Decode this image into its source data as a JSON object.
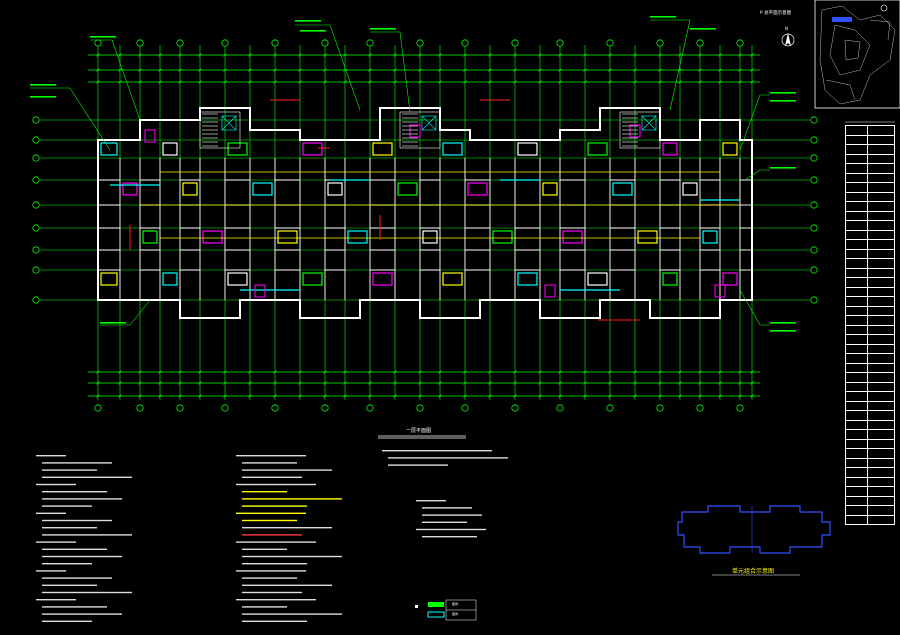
{
  "plan": {
    "title": "一层平面图",
    "keyplan_title": "单元组合示意图",
    "location_title": "P 总平面示意图",
    "north_label": "N"
  },
  "colors": {
    "background": "#000000",
    "axis": "#00ff00",
    "wall": "#ffffff",
    "cyan": "#00ffff",
    "yellow": "#ffff00",
    "magenta": "#ff00ff",
    "red": "#ff2020",
    "blue": "#3050ff"
  },
  "legend": {
    "items": [
      {
        "swatch": "#00ff00",
        "text": "图例"
      },
      {
        "swatch": "#00ffff",
        "text": "图例"
      }
    ]
  }
}
